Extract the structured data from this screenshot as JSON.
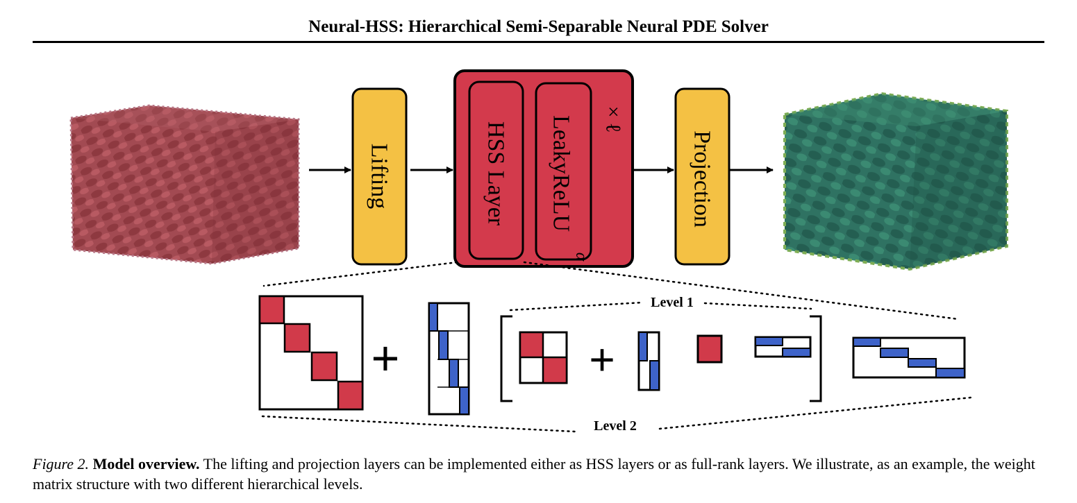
{
  "header": {
    "title": "Neural-HSS: Hierarchical Semi-Separable Neural PDE Solver"
  },
  "figure": {
    "blocks": {
      "lifting": "Lifting",
      "hss_layer": "HSS Layer",
      "activation": "LeakyReLU",
      "activation_subscript": "α",
      "repeat": "× ℓ",
      "projection": "Projection"
    },
    "levels": {
      "level1": "Level 1",
      "level2": "Level 2"
    },
    "plus_sign": "+",
    "colors": {
      "block_red": "#d33a4c",
      "block_yellow": "#f4c144",
      "diag_red": "#d13a4a",
      "lowrank_blue": "#3e63c9",
      "input_cube": "#a8484f",
      "output_cube": "#2c6c5c"
    }
  },
  "caption": {
    "label": "Figure 2.",
    "bold": "Model overview.",
    "text": "The lifting and projection layers can be implemented either as HSS layers or as full-rank layers. We illustrate, as an example, the weight matrix structure with two different hierarchical levels."
  }
}
